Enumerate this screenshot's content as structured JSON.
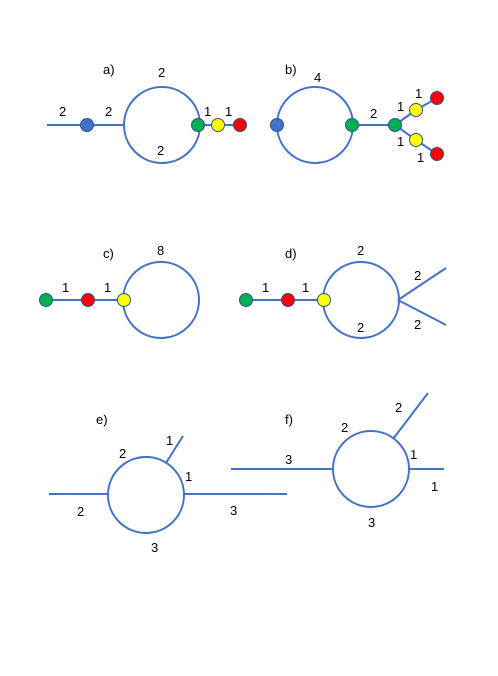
{
  "colors": {
    "edge": "#4472C4",
    "blue": "#4472C4",
    "green": "#00B050",
    "yellow": "#FFFF00",
    "red": "#FF0000"
  },
  "panels": {
    "a": {
      "tag": "a)",
      "labels": {
        "left_edge": "2",
        "right_edge": "2",
        "loop_top": "2",
        "loop_bottom": "2",
        "chain_1": "1",
        "chain_2": "1"
      }
    },
    "b": {
      "tag": "b)",
      "labels": {
        "loop_top": "4",
        "bridge": "2",
        "upper_branch": "1",
        "upper_tip": "1",
        "lower_branch": "1",
        "lower_tip": "1"
      }
    },
    "c": {
      "tag": "c)",
      "labels": {
        "loop_top": "8",
        "chain_1": "1",
        "chain_2": "1"
      }
    },
    "d": {
      "tag": "d)",
      "labels": {
        "loop_top": "2",
        "loop_bottom": "2",
        "chain_1": "1",
        "chain_2": "1",
        "upper_leg": "2",
        "lower_leg": "2"
      }
    },
    "e": {
      "tag": "e)",
      "labels": {
        "arc_upper_left": "2",
        "short_stub": "1",
        "arc_right": "1",
        "left_edge": "2",
        "right_edge": "3",
        "loop_bottom": "3"
      }
    },
    "f": {
      "tag": "f)",
      "labels": {
        "upper_left": "2",
        "diag_edge": "2",
        "left_edge": "3",
        "arc_right": "1",
        "right_edge": "1",
        "loop_bottom": "3"
      }
    }
  }
}
